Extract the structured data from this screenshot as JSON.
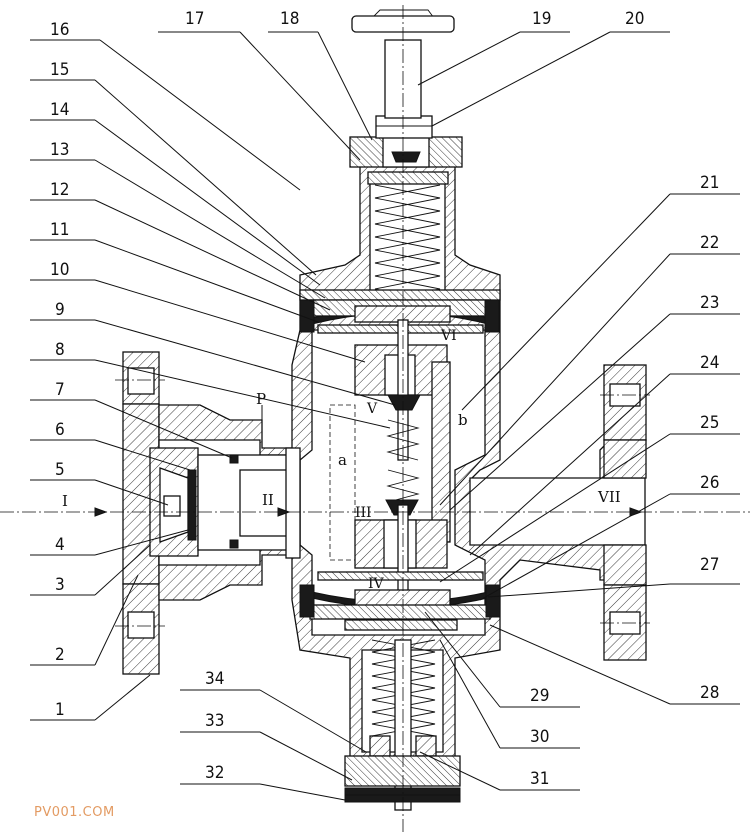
{
  "part_numbers": [
    "1",
    "2",
    "3",
    "4",
    "5",
    "6",
    "7",
    "8",
    "9",
    "10",
    "11",
    "12",
    "13",
    "14",
    "15",
    "16",
    "17",
    "18",
    "19",
    "20",
    "21",
    "22",
    "23",
    "24",
    "25",
    "26",
    "27",
    "28",
    "29",
    "30",
    "31",
    "32",
    "33",
    "34"
  ],
  "chambers": {
    "I": "I",
    "II": "II",
    "III": "III",
    "IV": "IV",
    "V": "V",
    "VI": "VI",
    "VII": "VII"
  },
  "letters": {
    "P": "P",
    "a": "a",
    "b": "b"
  },
  "watermark": "PV001.COM"
}
